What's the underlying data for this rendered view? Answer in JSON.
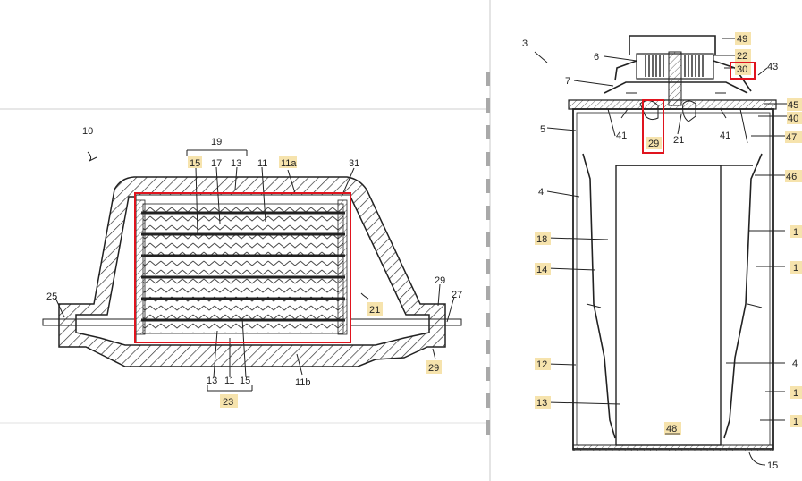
{
  "colors": {
    "highlight": "#f6e3ad",
    "red_box": "#e0141e",
    "line": "#222222",
    "divider": "#b0b0b0"
  },
  "left": {
    "figure_ref": "10",
    "labels": {
      "l19": "19",
      "l15a": "15",
      "l17": "17",
      "l13a": "13",
      "l11a": "11",
      "l11sub": "11a",
      "l31": "31",
      "l25": "25",
      "l29a": "29",
      "l27": "27",
      "l21": "21",
      "l29b": "29",
      "l13b": "13",
      "l11b": "11",
      "l15b": "15",
      "l23": "23",
      "l11sb": "11b"
    }
  },
  "right": {
    "figure_ref": "3",
    "labels": {
      "r49": "49",
      "r6": "6",
      "r22": "22",
      "r30": "30",
      "r43": "43",
      "r7": "7",
      "r45": "45",
      "r40": "40",
      "r5": "5",
      "r41a": "41",
      "r29": "29",
      "r21": "21",
      "r41b": "41",
      "r47": "47",
      "r46": "46",
      "r4a": "4",
      "r18": "18",
      "r14": "14",
      "r1a": "1",
      "r1b": "1",
      "r12": "12",
      "r4b": "4",
      "r13": "13",
      "r1c": "1",
      "r1d": "1",
      "r48": "48",
      "r15": "15"
    }
  }
}
